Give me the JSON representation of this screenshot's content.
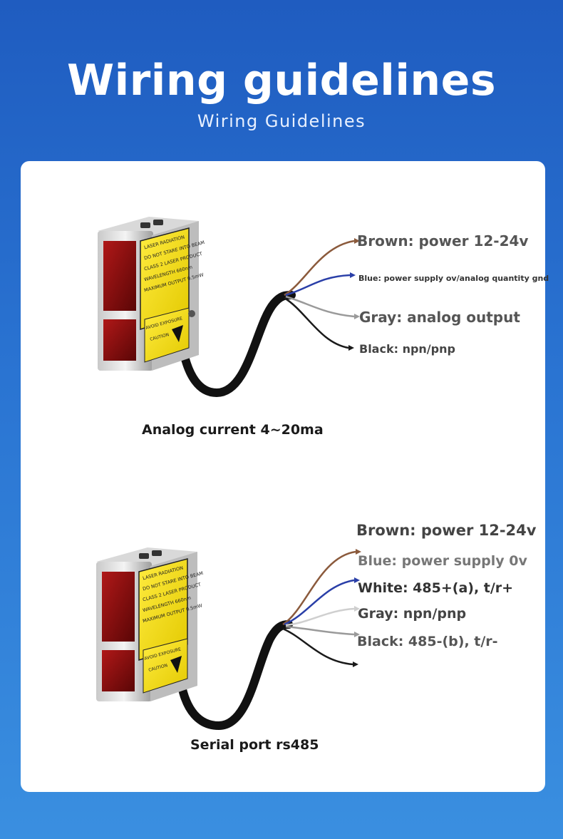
{
  "header": {
    "title": "Wiring guidelines",
    "subtitle": "Wiring Guidelines"
  },
  "diagrams": [
    {
      "caption": "Analog current 4~20ma",
      "wires": [
        {
          "color": "#8b5a3c",
          "label": "Brown: power 12-24v",
          "label_color": "#555555"
        },
        {
          "color": "#2a3fa8",
          "label": "Blue: power supply ov/analog quantity gnd",
          "label_color": "#333333"
        },
        {
          "color": "#9a9a9a",
          "label": "Gray: analog output",
          "label_color": "#555555"
        },
        {
          "color": "#1a1a1a",
          "label": "Black: npn/pnp",
          "label_color": "#444444"
        }
      ]
    },
    {
      "caption": "Serial port rs485",
      "wires": [
        {
          "color": "#8b5a3c",
          "label": "Brown: power 12-24v",
          "label_color": "#444444"
        },
        {
          "color": "#2a3fa8",
          "label": "Blue: power supply 0v",
          "label_color": "#777777"
        },
        {
          "color": "#dddddd",
          "label": "White: 485+(a), t/r+",
          "label_color": "#333333"
        },
        {
          "color": "#9a9a9a",
          "label": "Gray: npn/pnp",
          "label_color": "#444444"
        },
        {
          "color": "#1a1a1a",
          "label": "Black: 485-(b), t/r-",
          "label_color": "#555555"
        }
      ]
    }
  ],
  "sensor_label": {
    "lines": [
      "LASER RADIATION",
      "DO NOT STARE INTO BEAM",
      "CLASS 2 LASER PRODUCT",
      "WAVELENGTH 660nm",
      "MAXIMUM OUTPUT 0.5mW"
    ],
    "warning": "AVOID EXPOSURE",
    "caution": "CAUTION"
  }
}
